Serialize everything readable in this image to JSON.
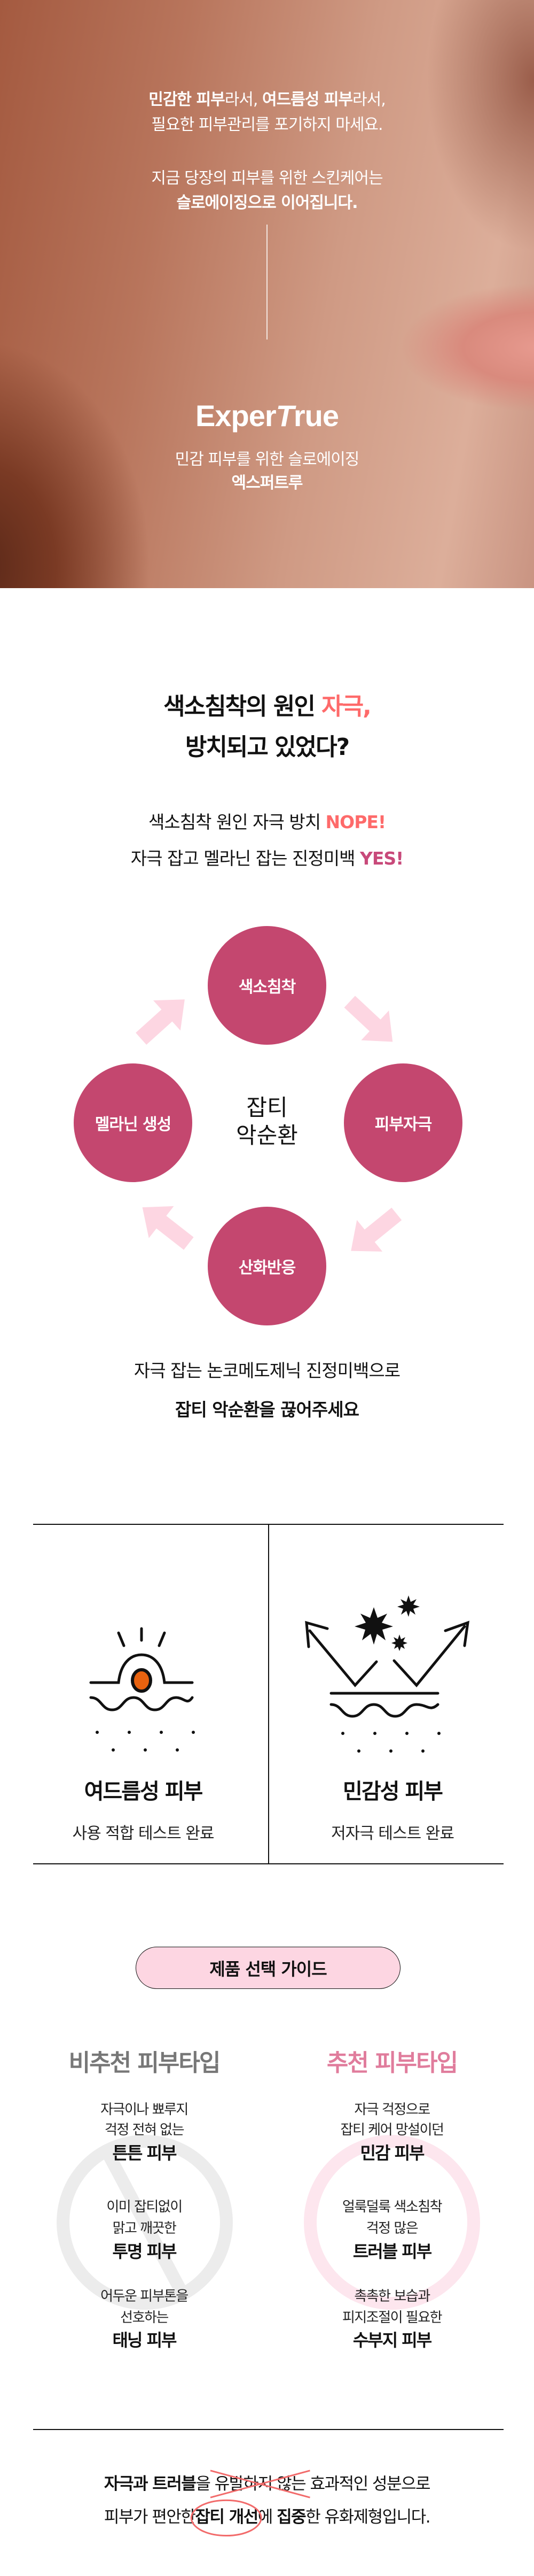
{
  "hero": {
    "line1": [
      {
        "t": "민감한 피부",
        "b": true
      },
      {
        "t": "라서, ",
        "b": false
      },
      {
        "t": "여드름성 피부",
        "b": true
      },
      {
        "t": "라서,",
        "b": false
      }
    ],
    "line2": "필요한 피부관리를 포기하지 마세요.",
    "line3": "지금 당장의 피부를 위한 스킨케어는",
    "line4": "슬로에이징으로 이어집니다.",
    "logo_a": "Exper",
    "logo_b": "T",
    "logo_c": "rue",
    "tagline": "민감 피부를 위한 슬로에이징",
    "brand_kr": "엑스퍼트루"
  },
  "cause": {
    "title_a": "색소침착의 원인 ",
    "title_highlight": "자극,",
    "title_b": "방치되고 있었다?",
    "nope_text": "색소침착 원인 자극 방치 ",
    "nope": "NOPE!",
    "yes_text": "자극 잡고 멜라닌 잡는 진정미백 ",
    "yes": "YES!",
    "cycle": [
      "색소침착",
      "피부자극",
      "산화반응",
      "멜라닌 생성"
    ],
    "center_1": "잡티",
    "center_2": "악순환",
    "bottom_1": "자극 잡는 논코메도제닉 진정미백으로",
    "bottom_2": "잡티 악순환을 끊어주세요",
    "colors": {
      "circle": "#c4476f",
      "arrow": "#fdd6e2",
      "nope": "#fe6a6a",
      "yes": "#c8497a"
    }
  },
  "tests": [
    {
      "title": "여드름성 피부",
      "sub": "사용 적합 테스트 완료",
      "icon": "pimple-skin-icon"
    },
    {
      "title": "민감성 피부",
      "sub": "저자극 테스트 완료",
      "icon": "irritant-deflect-icon"
    }
  ],
  "guide": {
    "pill": "제품 선택 가이드",
    "not_rec": {
      "heading": "비추천 피부타입",
      "items": [
        {
          "l1": "자극이나 뾰루지",
          "l2": "걱정 전혀 없는",
          "b": "튼튼 피부"
        },
        {
          "l1": "이미 잡티없이",
          "l2": "맑고 깨끗한",
          "b": "투명 피부"
        },
        {
          "l1": "어두운 피부톤을",
          "l2": "선호하는",
          "b": "태닝 피부"
        }
      ]
    },
    "rec": {
      "heading": "추천 피부타입",
      "items": [
        {
          "l1": "자극 걱정으로",
          "l2": "잡티 케어 망설이던",
          "b": "민감 피부"
        },
        {
          "l1": "얼룩덜룩 색소침착",
          "l2": "걱정 많은",
          "b": "트러블 피부"
        },
        {
          "l1": "촉촉한 보습과",
          "l2": "피지조절이 필요한",
          "b": "수부지 피부"
        }
      ]
    }
  },
  "closing": {
    "a_bold": "자극과 트러블",
    "a_1": "을 ",
    "a_strike": "유발하지 않는",
    "a_2": " 효과적인 성분으로",
    "b_1": "피부가 편안한",
    "b_circle": "잡티 개선",
    "b_2": "에 ",
    "b_bold": "집중",
    "b_3": "한 유화제형입니다."
  }
}
